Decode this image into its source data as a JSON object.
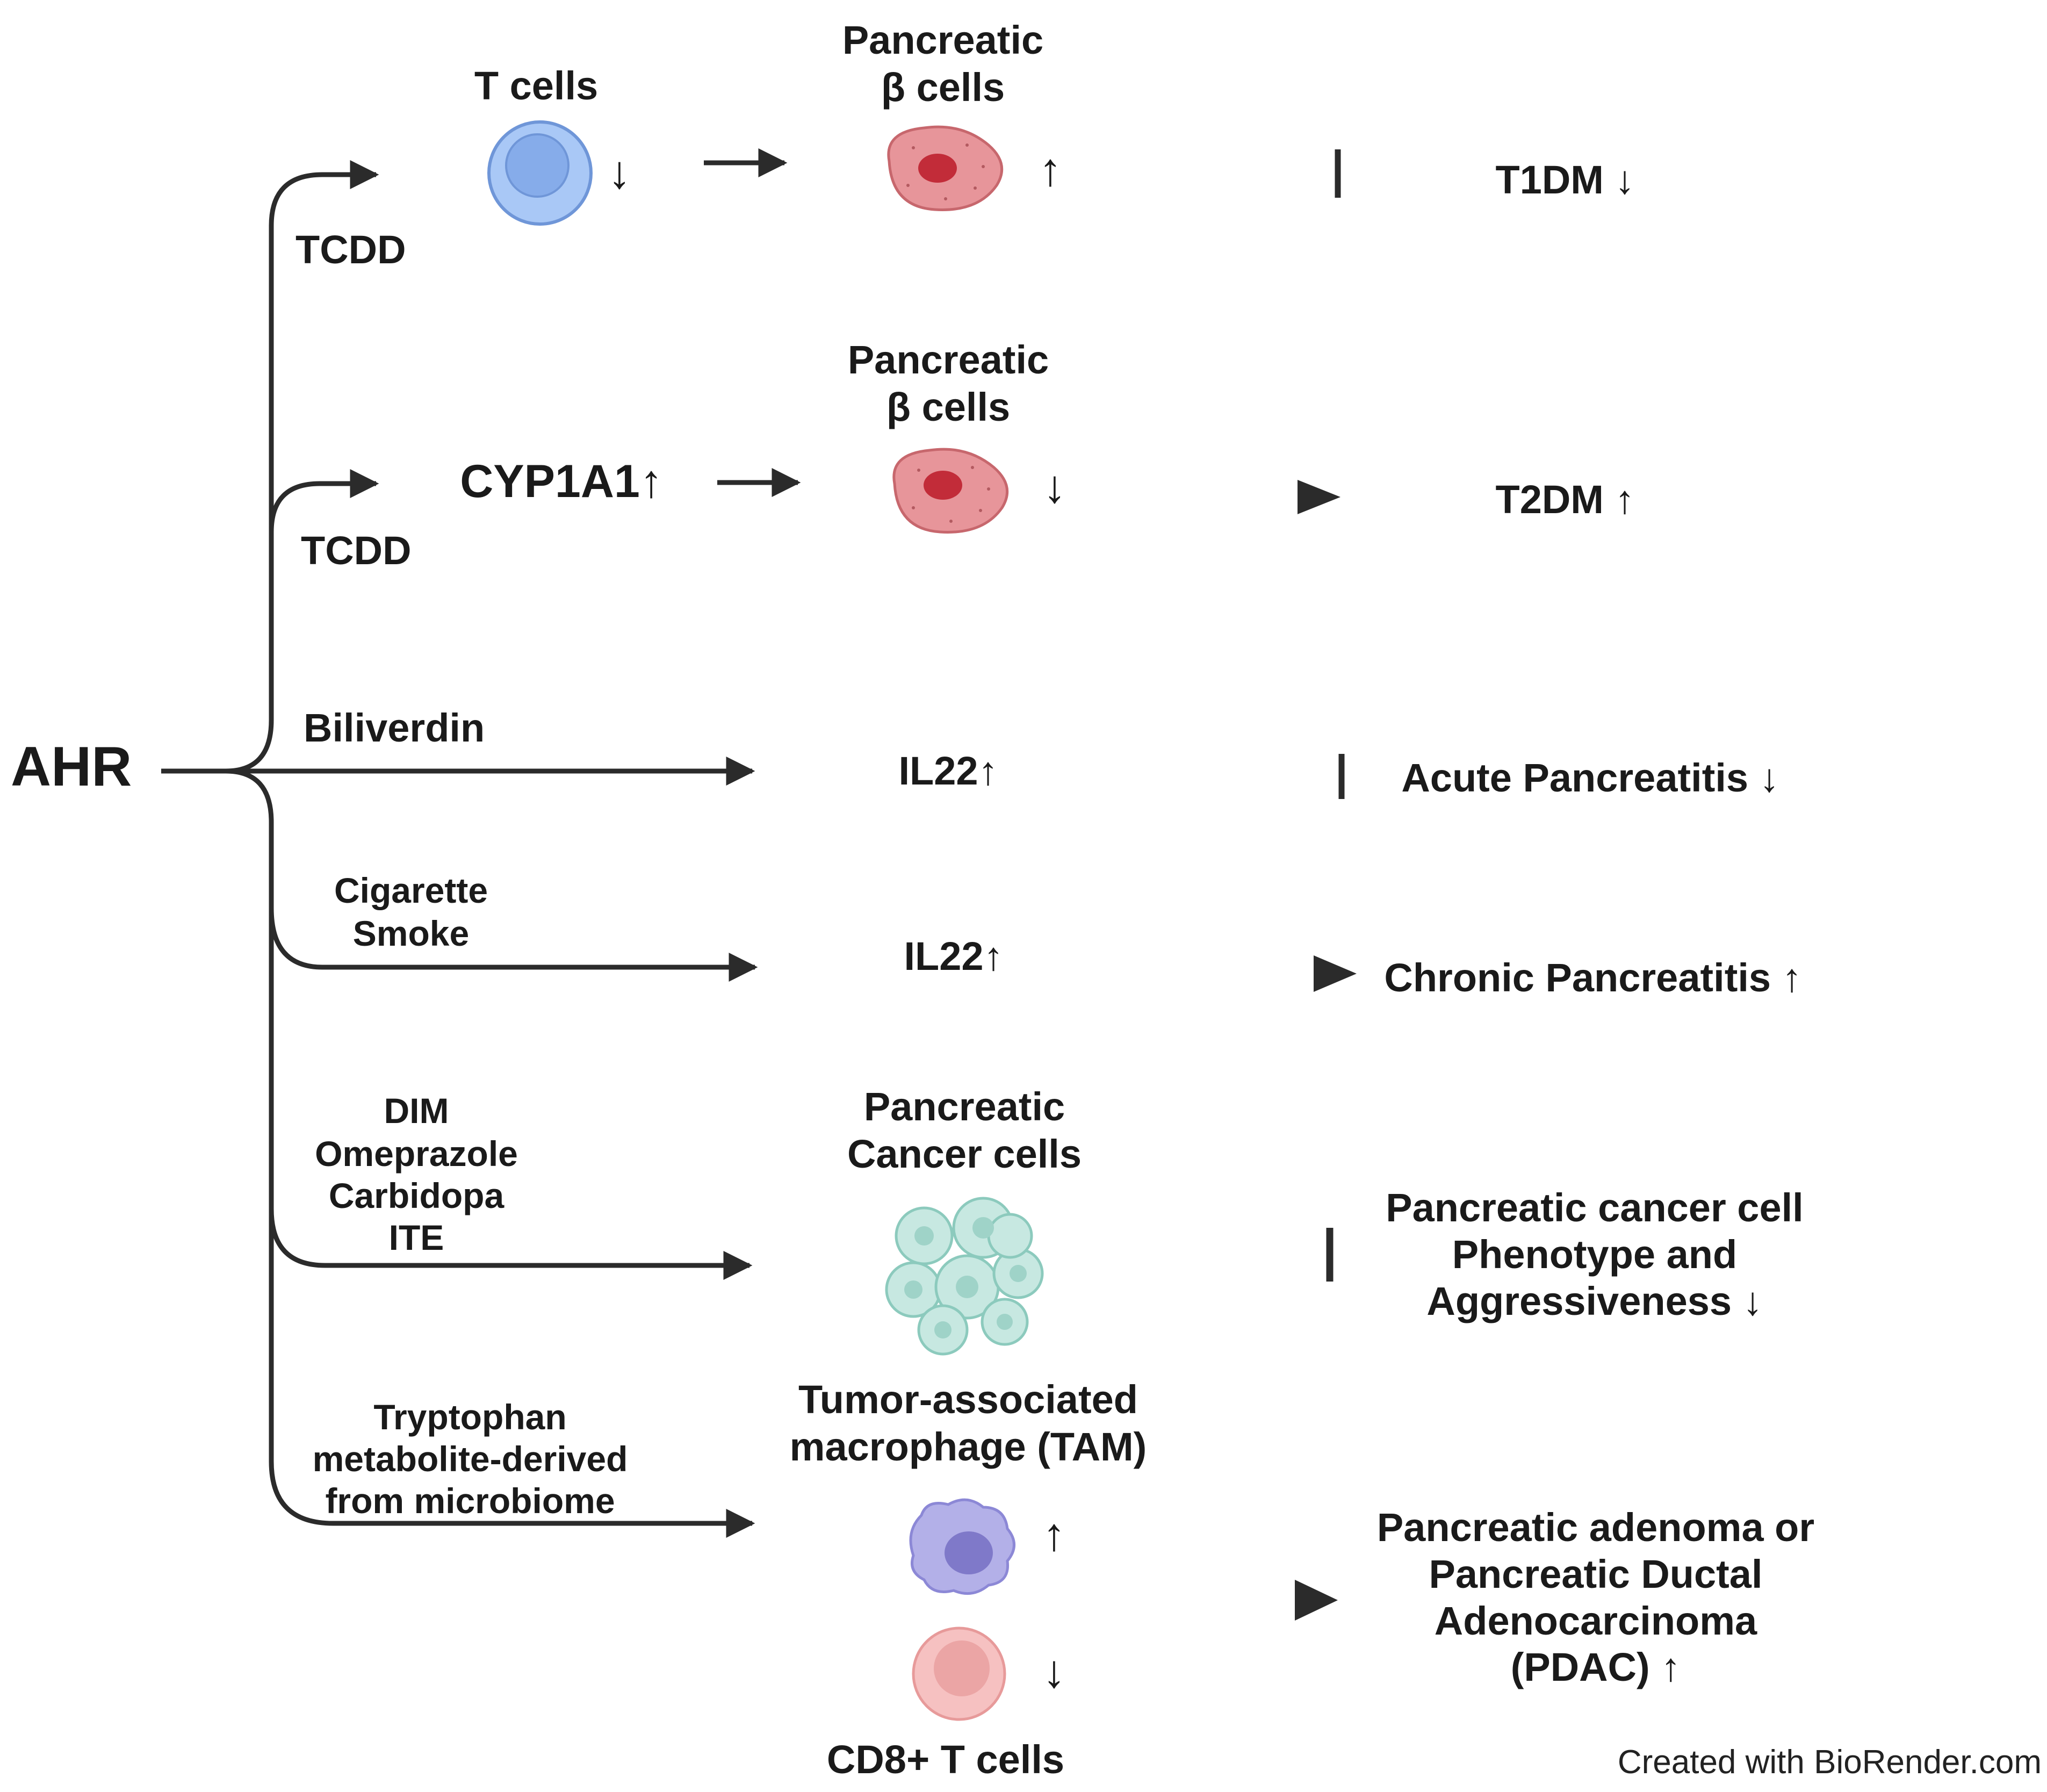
{
  "root": {
    "label": "AHR"
  },
  "branches": {
    "b1": {
      "inducer": "TCDD",
      "mediator": "T cells",
      "mediator_arrow": "↓",
      "cell": [
        "Pancreatic",
        "β cells"
      ],
      "cell_arrow": "↑",
      "outcome": "T1DM ↓",
      "effect": "inhibits"
    },
    "b2": {
      "inducer": "TCDD",
      "mediator": "CYP1A1↑",
      "cell": [
        "Pancreatic",
        "β cells"
      ],
      "cell_arrow": "↓",
      "outcome": "T2DM ↑",
      "effect": "promotes"
    },
    "b3": {
      "inducer": "Biliverdin",
      "mediator": "IL22↑",
      "outcome": "Acute Pancreatitis ↓",
      "effect": "inhibits"
    },
    "b4": {
      "inducer": [
        "Cigarette",
        "Smoke"
      ],
      "mediator": "IL22↑",
      "outcome": "Chronic Pancreatitis ↑",
      "effect": "promotes"
    },
    "b5": {
      "inducer": [
        "DIM",
        "Omeprazole",
        "Carbidopa",
        "ITE"
      ],
      "cell": [
        "Pancreatic",
        "Cancer cells"
      ],
      "outcome": [
        "Pancreatic cancer cell",
        "Phenotype and",
        "Aggressiveness ↓"
      ],
      "effect": "inhibits"
    },
    "b6": {
      "inducer": [
        "Tryptophan",
        "metabolite-derived",
        "from microbiome"
      ],
      "cell": [
        "Tumor-associated",
        "macrophage (TAM)"
      ],
      "cell_arrow": "↑",
      "cell2": "CD8+ T cells",
      "cell2_arrow": "↓",
      "outcome": [
        "Pancreatic adenoma or",
        "Pancreatic Ductal",
        "Adenocarcinoma",
        "(PDAC) ↑"
      ],
      "effect": "promotes"
    }
  },
  "credit": "Created with BioRender.com",
  "colors": {
    "line": "#2b2b2b",
    "t_cell": "#8fb4ec",
    "beta_cell": "#e08a8a",
    "beta_nucleus": "#c0303a",
    "cancer_cell": "#bfe3dc",
    "macrophage": "#a9a6e2",
    "cd8_cell": "#f3b4b4"
  }
}
